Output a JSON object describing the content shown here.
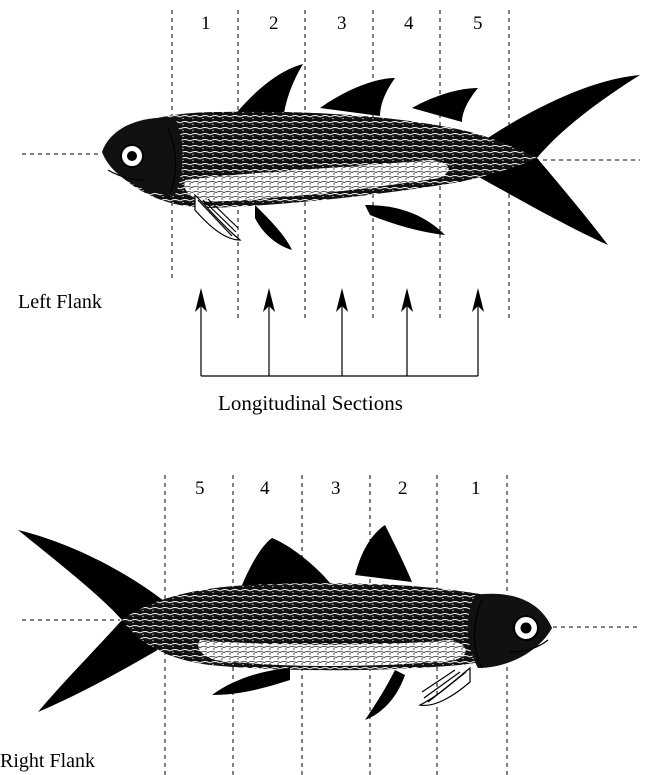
{
  "left_fish": {
    "section_numbers": [
      "1",
      "2",
      "3",
      "4",
      "5"
    ],
    "flank_label": "Left Flank",
    "arrows_caption": "Longitudinal Sections"
  },
  "right_fish": {
    "section_numbers": [
      "5",
      "4",
      "3",
      "2",
      "1"
    ],
    "flank_label": "Right Flank"
  },
  "colors": {
    "ink": "#000000",
    "paper": "#ffffff"
  }
}
